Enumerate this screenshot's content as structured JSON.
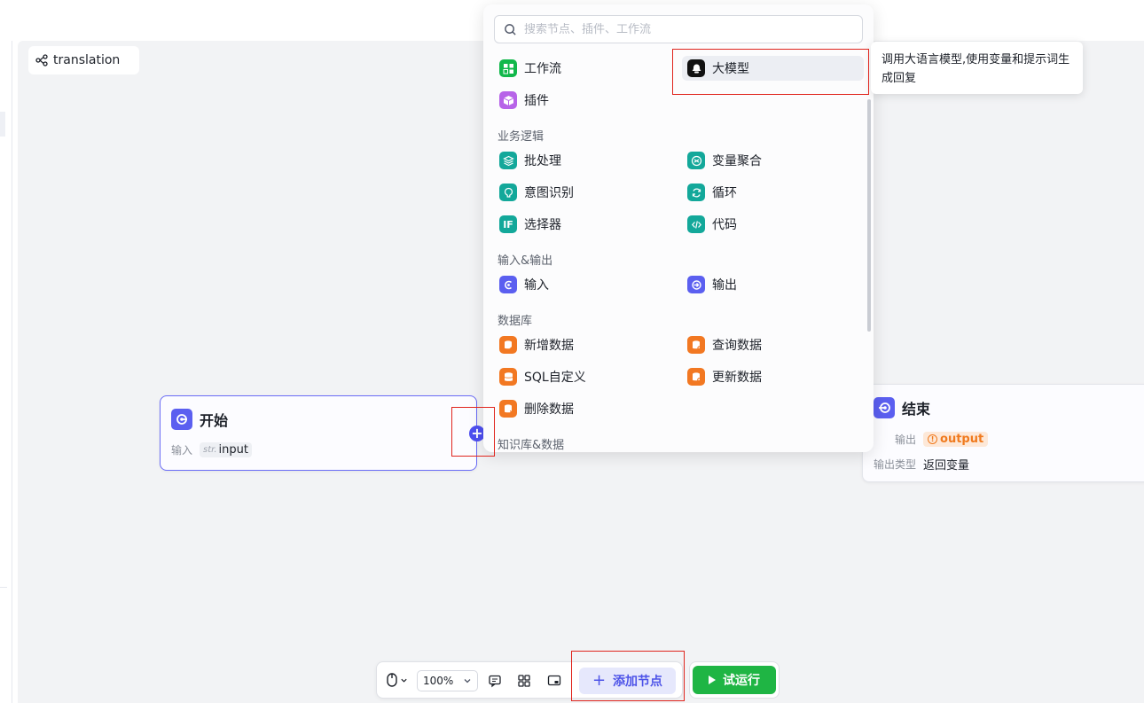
{
  "workflow": {
    "name": "translation"
  },
  "nodes": {
    "start": {
      "title": "开始",
      "param_key": "输入",
      "param_type": "str.",
      "param_name": "input"
    },
    "end": {
      "title": "结束",
      "output_key": "输出",
      "output_var": "output",
      "output_type_key": "输出类型",
      "output_type_val": "返回变量"
    }
  },
  "panel": {
    "search_placeholder": "搜索节点、插件、工作流",
    "top_items": [
      {
        "label": "工作流",
        "icon": "workflow-icon",
        "color": "#12b84b"
      },
      {
        "label": "大模型",
        "icon": "llm-icon",
        "color": "#111111"
      },
      {
        "label": "插件",
        "icon": "plugin-icon",
        "color": "#b763e8"
      }
    ],
    "categories": [
      {
        "title": "业务逻辑",
        "items": [
          {
            "label": "批处理",
            "icon": "batch-icon",
            "color": "#13a89a"
          },
          {
            "label": "变量聚合",
            "icon": "variable-merge-icon",
            "color": "#13a89a"
          },
          {
            "label": "意图识别",
            "icon": "intent-icon",
            "color": "#13a89a"
          },
          {
            "label": "循环",
            "icon": "loop-icon",
            "color": "#13a89a"
          },
          {
            "label": "选择器",
            "icon": "selector-icon",
            "color": "#13a89a"
          },
          {
            "label": "代码",
            "icon": "code-icon",
            "color": "#13a89a"
          }
        ]
      },
      {
        "title": "输入&输出",
        "items": [
          {
            "label": "输入",
            "icon": "input-icon",
            "color": "#5b5ff0"
          },
          {
            "label": "输出",
            "icon": "output-icon",
            "color": "#5b5ff0"
          }
        ]
      },
      {
        "title": "数据库",
        "items": [
          {
            "label": "新增数据",
            "icon": "db-add-icon",
            "color": "#f27822"
          },
          {
            "label": "查询数据",
            "icon": "db-query-icon",
            "color": "#f27822"
          },
          {
            "label": "SQL自定义",
            "icon": "db-sql-icon",
            "color": "#f27822"
          },
          {
            "label": "更新数据",
            "icon": "db-update-icon",
            "color": "#f27822"
          },
          {
            "label": "删除数据",
            "icon": "db-delete-icon",
            "color": "#f27822"
          }
        ]
      },
      {
        "title": "知识库&数据",
        "items": []
      }
    ],
    "selector_icon_text": "IF"
  },
  "tooltip": {
    "text": "调用大语言模型,使用变量和提示词生成回复"
  },
  "toolbar": {
    "zoom": "100%",
    "add_node": "添加节点",
    "run": "试运行"
  },
  "colors": {
    "accent": "#4d53e8",
    "run": "#1fb544",
    "highlight": "#e0251d"
  }
}
